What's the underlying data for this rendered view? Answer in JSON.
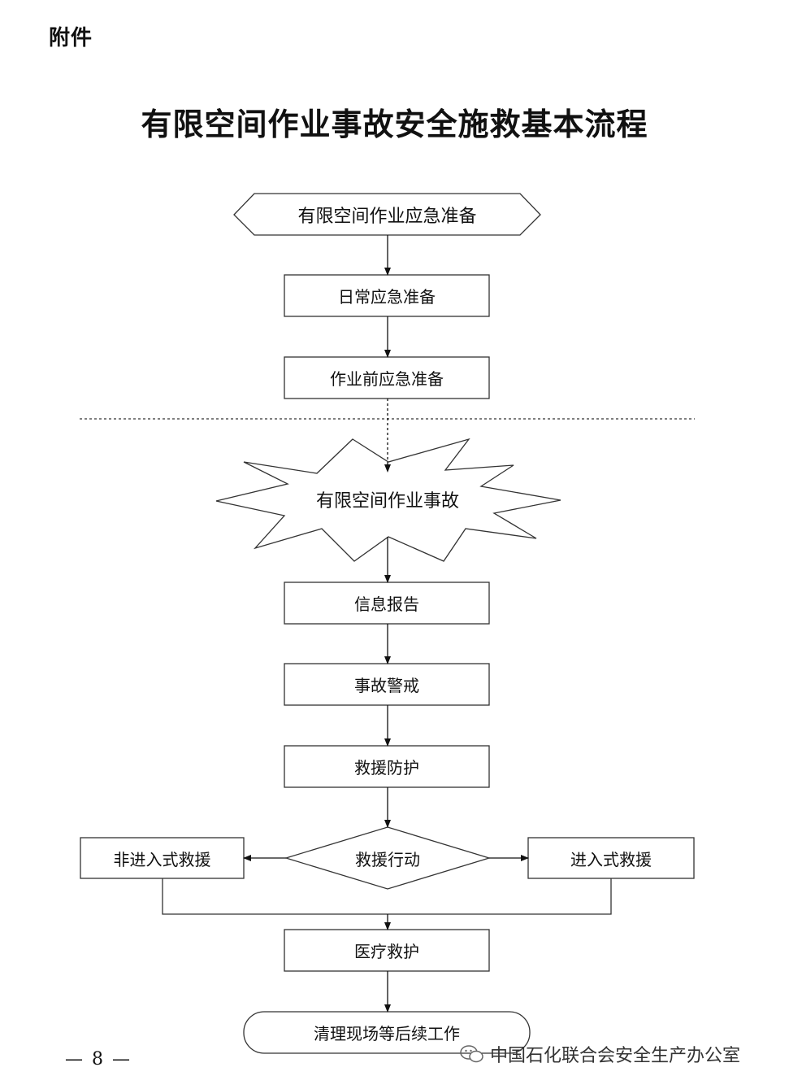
{
  "header": {
    "annex_label": "附件"
  },
  "title": "有限空间作业事故安全施救基本流程",
  "nodes": {
    "start": "有限空间作业应急准备",
    "daily_prep": "日常应急准备",
    "pre_work_prep": "作业前应急准备",
    "accident": "有限空间作业事故",
    "info_report": "信息报告",
    "accident_alert": "事故警戒",
    "rescue_protection": "救援防护",
    "rescue_action": "救援行动",
    "non_entry_rescue": "非进入式救援",
    "entry_rescue": "进入式救援",
    "medical_rescue": "医疗救护",
    "cleanup": "清理现场等后续工作"
  },
  "footer": {
    "page_number": "— 8 —",
    "watermark": "中国石化联合会安全生产办公室",
    "watermark_icon": "wechat-icon"
  }
}
